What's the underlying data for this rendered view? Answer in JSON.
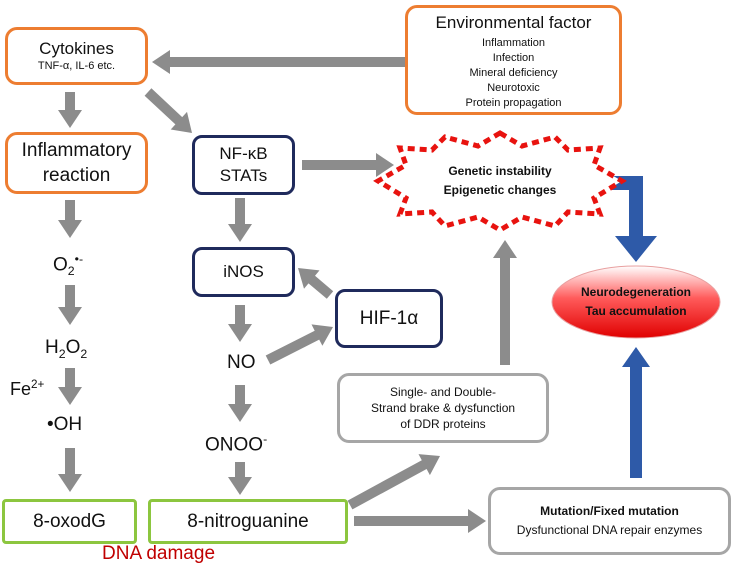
{
  "colors": {
    "orange": "#ED7D31",
    "navy": "#1F2A5C",
    "green": "#8CC63F",
    "grey_arrow": "#8C8C8C",
    "blue_arrow": "#2E5AA8",
    "red_dash": "#E8130F",
    "dna_damage": "#C00000"
  },
  "environmental": {
    "title": "Environmental factor",
    "items": [
      "Inflammation",
      "Infection",
      "Mineral deficiency",
      "Neurotoxic",
      "Protein propagation"
    ]
  },
  "cytokines": {
    "title": "Cytokines",
    "subtitle": "TNF-α, IL-6 etc."
  },
  "inflammatory": {
    "line1": "Inflammatory",
    "line2": "reaction"
  },
  "nfkb": {
    "line1": "NF-κB",
    "line2": "STATs"
  },
  "inos": "iNOS",
  "hif": "HIF-1α",
  "no": "NO",
  "onoo": {
    "base": "ONOO",
    "sup": "-"
  },
  "superoxide": {
    "base": "O",
    "sub": "2",
    "sup": "•-"
  },
  "h2o2": {
    "a": "H",
    "sub1": "2",
    "b": "O",
    "sub2": "2"
  },
  "fe": {
    "base": "Fe",
    "sup": "2+"
  },
  "hydroxyl": "•OH",
  "genetic": {
    "line1": "Genetic instability",
    "line2": "Epigenetic changes"
  },
  "neuro": {
    "line1": "Neurodegeneration",
    "line2": "Tau accumulation"
  },
  "strand": {
    "line1": "Single- and Double-",
    "line2": "Strand brake & dysfunction",
    "line3": "of DDR proteins"
  },
  "mutation": {
    "line1": "Mutation/Fixed mutation",
    "line2": "Dysfunctional DNA repair enzymes"
  },
  "oxodg": "8-oxodG",
  "nitroguanine": "8-nitroguanine",
  "dna_damage": "DNA damage"
}
